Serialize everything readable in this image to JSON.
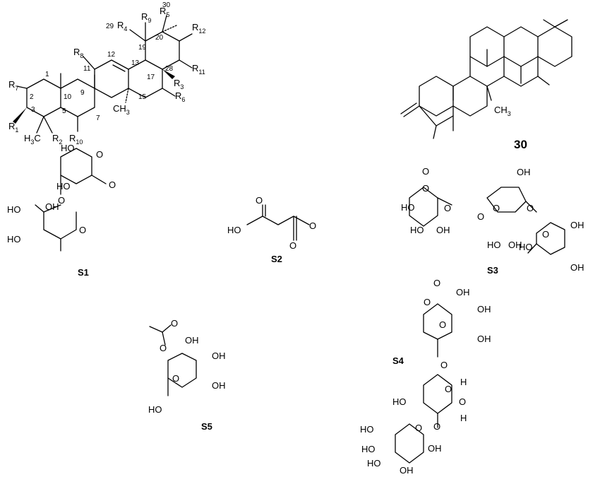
{
  "figure": {
    "core": {
      "substituents": [
        "R1",
        "R2",
        "R3",
        "R4",
        "R5",
        "R6",
        "R7",
        "R8",
        "R9",
        "R10",
        "R11",
        "R12"
      ],
      "locants": [
        "1",
        "2",
        "3",
        "5",
        "7",
        "9",
        "10",
        "11",
        "12",
        "13",
        "15",
        "17",
        "19",
        "20",
        "28",
        "29",
        "30"
      ],
      "methyl_labels": [
        "H3C",
        "CH3"
      ]
    },
    "compound_30": {
      "label": "30",
      "methyl_label": "CH3"
    },
    "fragments": [
      {
        "id": "S1",
        "label": "S1",
        "atom_labels": [
          "HO",
          "O",
          "HO",
          "O",
          "OH",
          "HO",
          "O",
          "HO",
          "O"
        ]
      },
      {
        "id": "S2",
        "label": "S2",
        "atom_labels": [
          "O",
          "HO",
          "O",
          "O"
        ]
      },
      {
        "id": "S3",
        "label": "S3",
        "atom_labels": [
          "O",
          "O",
          "O",
          "HO",
          "O",
          "OH",
          "O",
          "O",
          "HO",
          "OH",
          "HO",
          "OH",
          "HO",
          "OH",
          "O",
          "OH"
        ]
      },
      {
        "id": "S4",
        "label": "S4",
        "atom_labels": [
          "O",
          "O",
          "OH",
          "OH",
          "O",
          "OH",
          "O",
          "O",
          "H",
          "HO",
          "O",
          "H",
          "O",
          "HO",
          "O",
          "HO",
          "OH",
          "HO",
          "OH"
        ]
      },
      {
        "id": "S5",
        "label": "S5",
        "atom_labels": [
          "O",
          "O",
          "OH",
          "OH",
          "O",
          "OH",
          "HO"
        ]
      }
    ]
  }
}
